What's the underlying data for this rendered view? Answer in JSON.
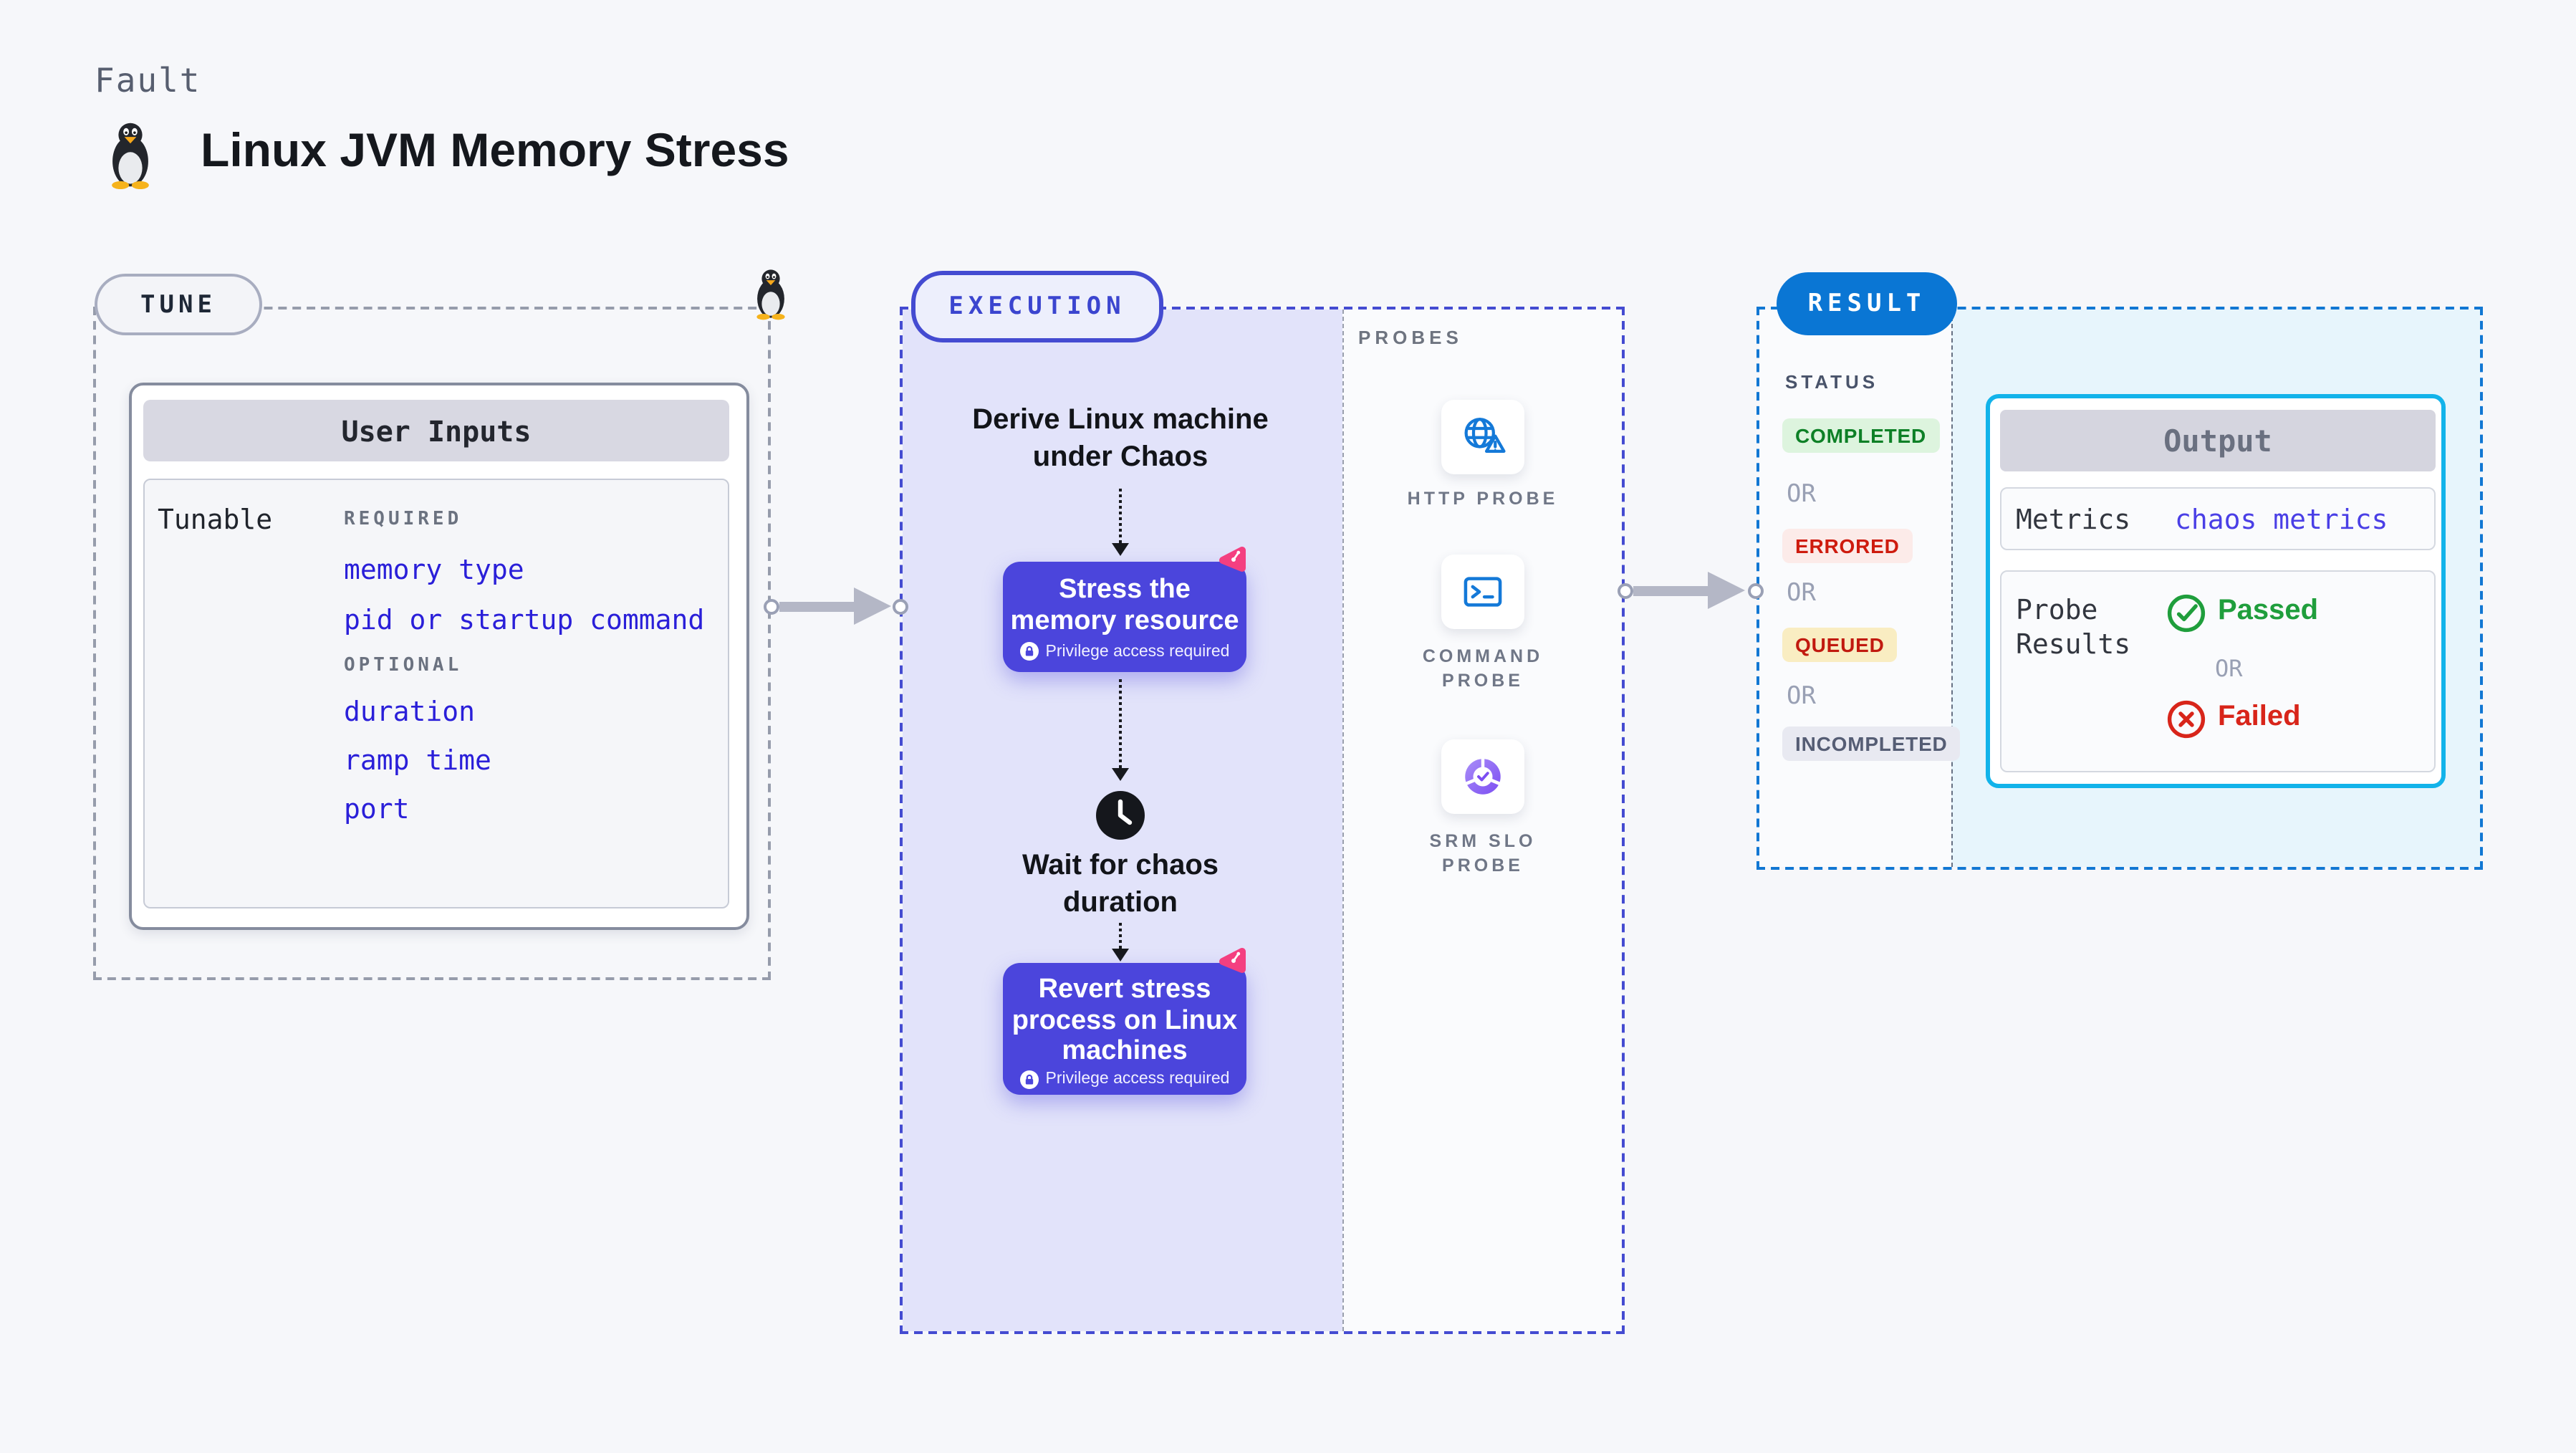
{
  "header": {
    "eyebrow": "Fault",
    "title": "Linux JVM Memory Stress"
  },
  "tune": {
    "pill": "TUNE",
    "card_title": "User Inputs",
    "row_label": "Tunable",
    "required_heading": "REQUIRED",
    "required_items": [
      "memory type",
      "pid or startup command"
    ],
    "optional_heading": "OPTIONAL",
    "optional_items": [
      "duration",
      "ramp time",
      "port"
    ]
  },
  "execution": {
    "pill": "EXECUTION",
    "derive_lines": [
      "Derive Linux machine",
      "under Chaos"
    ],
    "stress_lines": [
      "Stress the",
      "memory resource"
    ],
    "wait_lines": [
      "Wait for chaos",
      "duration"
    ],
    "revert_lines": [
      "Revert stress",
      "process on Linux",
      "machines"
    ],
    "privilege": "Privilege access required"
  },
  "probes": {
    "heading": "PROBES",
    "items": [
      {
        "icon": "globe-alert",
        "lines": [
          "HTTP PROBE",
          ""
        ]
      },
      {
        "icon": "terminal",
        "lines": [
          "COMMAND",
          "PROBE"
        ]
      },
      {
        "icon": "slo-pie-check",
        "lines": [
          "SRM SLO",
          "PROBE"
        ]
      }
    ]
  },
  "result": {
    "pill": "RESULT",
    "status_heading": "STATUS",
    "or_label": "OR",
    "statuses": [
      {
        "text": "COMPLETED",
        "type": "completed"
      },
      {
        "text": "ERRORED",
        "type": "errored"
      },
      {
        "text": "QUEUED",
        "type": "queued"
      },
      {
        "text": "INCOMPLETED",
        "type": "incompleted"
      }
    ],
    "output": {
      "title": "Output",
      "metrics_label": "Metrics",
      "metrics_value": "chaos metrics",
      "probe_results_lines": [
        "Probe",
        "Results"
      ],
      "passed": "Passed",
      "failed": "Failed"
    }
  },
  "colors": {
    "accent_indigo": "#444bd1",
    "accent_blue": "#0a76d4",
    "accent_cyan": "#12b3ea",
    "card_purple": "#4b45dc",
    "link_blue": "#2a1fd9",
    "pink": "#f43f80",
    "completed_green": "#0d8026",
    "errored_red": "#ce1b0e",
    "queued_red": "#c11a0f",
    "passed_green": "#1f9e3c",
    "failed_red": "#d8251a"
  }
}
